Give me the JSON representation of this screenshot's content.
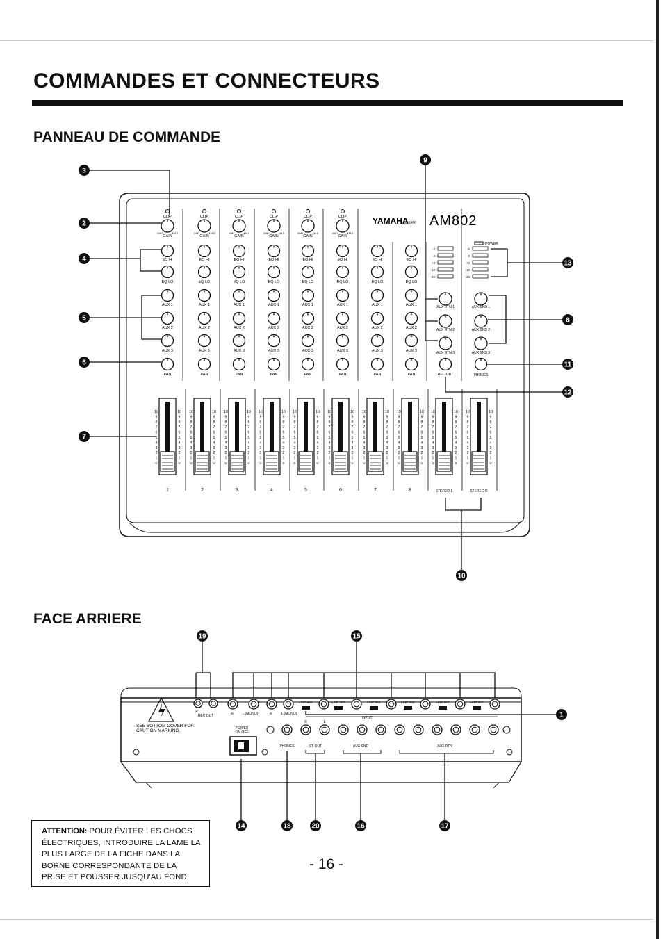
{
  "title": "COMMANDES ET CONNECTEURS",
  "panel_heading": "PANNEAU DE COMMANDE",
  "rear_heading": "FACE ARRIERE",
  "brand": "YAMAHA",
  "model_small": "MIXER",
  "model": "AM802",
  "channel_numbers": [
    "1",
    "2",
    "3",
    "4",
    "5",
    "6",
    "7",
    "8"
  ],
  "knob_labels": {
    "clip": "CLIP",
    "gain": "GAIN",
    "eq_hi": "EQ HI",
    "eq_lo": "EQ LO",
    "aux1": "AUX 1",
    "aux2": "AUX 2",
    "aux3": "AUX 3",
    "pan": "PAN",
    "min": "MIN",
    "max": "MAX"
  },
  "master_labels": {
    "power": "POWER",
    "aux_rtn1": "AUX RTN 1",
    "aux_rtn2": "AUX RTN 2",
    "aux_rtn3": "AUX RTN 3",
    "rec_out": "REC OUT",
    "aux_snd1": "AUX SND 1",
    "aux_snd2": "AUX SND 2",
    "aux_snd3": "AUX SND 3",
    "phones": "PHONES",
    "stereo_l": "STEREO L",
    "stereo_r": "STEREO R"
  },
  "meter_scale": [
    "-3",
    "0",
    "+3",
    "-10",
    "-20"
  ],
  "fader_scale": [
    "10",
    "9",
    "8",
    "7",
    "6",
    "5",
    "4",
    "3",
    "2",
    "1",
    "0"
  ],
  "callouts_panel": {
    "n1": "3",
    "n2": "2",
    "n3": "4",
    "n4": "5",
    "n5": "6",
    "n6": "7",
    "n7": "9",
    "n8": "13",
    "n9": "8",
    "n10": "11",
    "n11": "12",
    "n12": "10"
  },
  "callouts_rear": {
    "n1": "19",
    "n2": "15",
    "n3": "1",
    "n4": "14",
    "n5": "18",
    "n6": "20",
    "n7": "16",
    "n8": "17"
  },
  "rear_labels": {
    "rec_out": "REC OUT",
    "caution": "SEE BOTTOM COVER FOR CAUTION MARKING.",
    "power": "POWER",
    "on_off": "ON    OFF",
    "phones": "PHONES",
    "st_out": "ST OUT",
    "aux_snd": "AUX SND",
    "aux_rtn": "AUX RTN",
    "input": "INPUT",
    "line_mic": "LINE MIC",
    "r": "R",
    "l_mono": "L (MONO)",
    "l": "L"
  },
  "attention": {
    "label": "ATTENTION:",
    "text": "POUR ÉVITER LES CHOCS ÉLECTRIQUES, INTRODUIRE LA LAME LA PLUS LARGE DE LA FICHE DANS LA BORNE CORRESPONDANTE DE LA PRISE ET POUSSER JUSQU'AU FOND."
  },
  "page_number": "- 16 -"
}
